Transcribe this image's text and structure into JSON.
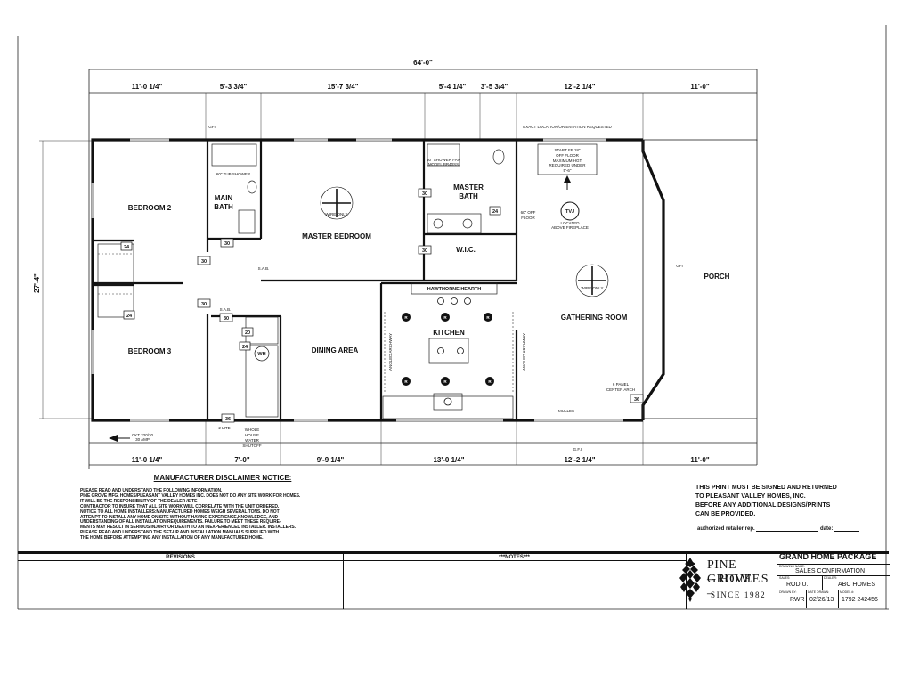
{
  "dimensions": {
    "overall_width": "64'-0\"",
    "overall_depth": "27'-4\"",
    "top": [
      "11'-0 1/4\"",
      "5'-3 3/4\"",
      "15'-7 3/4\"",
      "5'-4 1/4\"",
      "3'-5 3/4\"",
      "12'-2 1/4\"",
      "11'-0\""
    ],
    "bottom": [
      "11'-0 1/4\"",
      "7'-0\"",
      "9'-9 1/4\"",
      "13'-0 1/4\"",
      "12'-2 1/4\"",
      "11'-0\""
    ]
  },
  "rooms": {
    "bedroom2": "BEDROOM 2",
    "bedroom3": "BEDROOM 3",
    "main_bath_1": "MAIN",
    "main_bath_2": "BATH",
    "master_bedroom": "MASTER BEDROOM",
    "master_bath_1": "MASTER",
    "master_bath_2": "BATH",
    "wic": "W.I.C.",
    "dining": "DINING AREA",
    "kitchen": "KITCHEN",
    "gathering": "GATHERING ROOM",
    "porch": "PORCH"
  },
  "door_sizes": {
    "bed2_closet": "24",
    "bath_door": "30",
    "hall_door1": "30",
    "hall_door2": "30",
    "bed3_door": "24",
    "laundry_door": "30",
    "wh_door": "24",
    "util_door": "20",
    "front_door": "36",
    "mbath_door": "30",
    "wic_door": "30",
    "mbath_closet": "24",
    "back_door": "36"
  },
  "notes": {
    "exact_location": "EXACT LOCATION/ORIENTATION REQUESTED",
    "start_fp_1": "START FP 18\"",
    "start_fp_2": "OFF FLOOR",
    "start_fp_3": "MAXIMUM HGT",
    "start_fp_4": "REQUIRED UNDER",
    "start_fp_5": "5'-6\"",
    "tv_symbol": "TVJ",
    "tv_note_1": "LOCATED",
    "tv_note_2": "ABOVE FIREPLACE",
    "floor_note_1": "60\" OFF",
    "floor_note_2": "FLOOR",
    "hawthorne": "HAWTHORNE HEARTH",
    "angled_archway": "ANGLED ARCHWAY",
    "shower_fan_1": "60\" SHOWER FAN",
    "shower_fan_2": "MODEL BR40SS",
    "tub_note": "60\" TUB/SHOWER",
    "fan_label": "WIRE ONLY",
    "wh": "WH",
    "two_lite": "2 LITE",
    "whole_house_1": "WHOLE",
    "whole_house_2": "HOUSE",
    "whole_house_3": "WATER",
    "whole_house_4": "SHUTOFF",
    "ckt": "CKT 220/30",
    "amp": "30 AMP",
    "mulles": "MULLES",
    "six_panel_1": "6 PANEL",
    "six_panel_2": "CENTER ARCH",
    "gfi": "GFI",
    "gfi2": "GFI",
    "gfi3": "G.F.I.",
    "sab": "S.A.B.",
    "sab2": "S.A.B.",
    "range": "R"
  },
  "disclaimer": {
    "heading": "MANUFACTURER DISCLAIMER NOTICE:",
    "body": "PLEASE READ AND UNDERSTAND THE FOLLOWING INFORMATION.\nPINE GROVE MFG. HOMES/PLEASANT VALLEY HOMES INC. DOES NOT DO ANY SITE WORK FOR HOMES.\n IT WILL BE THE RESPONSIBILITY OF THE DEALER /SITE\nCONTRACTOR TO INSURE THAT ALL SITE WORK WILL CORRELATE WITH THE UNIT ORDERED.\nNOTICE TO ALL HOME INSTALLERS:MANUFACTURED HOMES WEIGH SEVERAL TONS. DO NOT\nATTEMPT TO INSTALL ANY HOME ON SITE WITHOUT HAVING EXPERIENCE,KNOWLEDGE, AND\nUNDERSTANDING OF ALL INSTALLATION REQUIREMENTS. FAILURE TO MEET THESE REQUIRE-\nMENTS MAY RESULT IN SERIOUS INJURY OR DEATH TO AN INEXPERIENCED INSTALLER. INSTALLERS.\nPLEASE READ AND UNDERSTAND THE SET-UP AND INSTALLATION MANUALS SUPPLIED WITH\nTHE HOME BEFORE ATTEMPTING ANY INSTALLATION OF ANY MANUFACTURED HOME."
  },
  "return_notice": "THIS PRINT MUST BE SIGNED AND RETURNED\nTO PLEASANT VALLEY HOMES, INC.\nBEFORE ANY ADDITIONAL DESIGNS/PRINTS\nCAN BE PROVIDED.",
  "signature": {
    "retailer": "authorized retailer rep.",
    "date": "date:"
  },
  "title_block": {
    "revisions": "REVISIONS",
    "notes": "***NOTES***",
    "brand_line1": "PINE GROVE",
    "brand_line2": "– HOMES –",
    "brand_since": "SINCE 1982",
    "package": "GRAND HOME PACKAGE",
    "drawing_name_cap": "DRAWING NAME:",
    "drawing_name": "SALES CONFIRMATION",
    "sales_cap": "SALES:",
    "sales": "ROD U.",
    "dealer_cap": "DEALER:",
    "dealer": "ABC HOMES",
    "drawn_cap": "DRAWN BY:",
    "drawn": "RWR",
    "date_cap": "DATE DRAWN:",
    "date": "02/26/13",
    "model_cap": "MODEL #:",
    "model": "1792 242456"
  }
}
